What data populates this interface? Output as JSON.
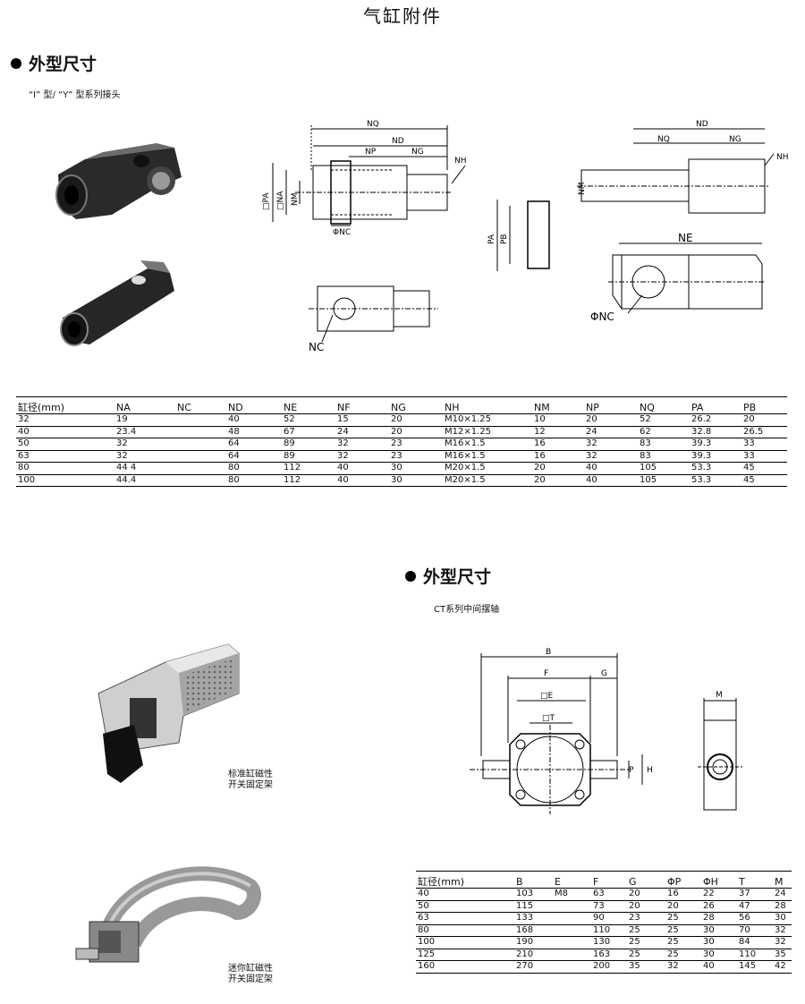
{
  "page_title": "气缸附件",
  "section1": {
    "heading": "外型尺寸",
    "subtitle": "“I” 型/ “Y” 型系列接头",
    "diagram_labels": [
      "NQ",
      "ND",
      "NP",
      "NG",
      "NH",
      "□PA",
      "□NA",
      "NM",
      "ΦNC",
      "NC",
      "PA",
      "PB",
      "NE"
    ],
    "table": {
      "headers": [
        "缸径(mm)",
        "NA",
        "NC",
        "ND",
        "NE",
        "NF",
        "NG",
        "NH",
        "NM",
        "NP",
        "NQ",
        "PA",
        "PB"
      ],
      "rows": [
        [
          "32",
          "19",
          "",
          "40",
          "52",
          "15",
          "20",
          "M10×1.25",
          "10",
          "20",
          "52",
          "26.2",
          "20"
        ],
        [
          "40",
          "23.4",
          "",
          "48",
          "67",
          "24",
          "20",
          "M12×1.25",
          "12",
          "24",
          "62",
          "32.8",
          "26.5"
        ],
        [
          "50",
          "32",
          "",
          "64",
          "89",
          "32",
          "23",
          "M16×1.5",
          "16",
          "32",
          "83",
          "39.3",
          "33"
        ],
        [
          "63",
          "32",
          "",
          "64",
          "89",
          "32",
          "23",
          "M16×1.5",
          "16",
          "32",
          "83",
          "39.3",
          "33"
        ],
        [
          "80",
          "44 4",
          "",
          "80",
          "112",
          "40",
          "30",
          "M20×1.5",
          "20",
          "40",
          "105",
          "53.3",
          "45"
        ],
        [
          "100",
          "44.4",
          "",
          "80",
          "112",
          "40",
          "30",
          "M20×1.5",
          "20",
          "40",
          "105",
          "53.3",
          "45"
        ]
      ]
    }
  },
  "section2": {
    "heading": "外型尺寸",
    "subtitle": "CT系列中间摆轴",
    "caption_bracket1": [
      "标准缸磁性",
      "开关固定架"
    ],
    "caption_bracket2": [
      "迷你缸磁性",
      "开关固定架"
    ],
    "diagram_labels": [
      "B",
      "F",
      "G",
      "□E",
      "□T",
      "P",
      "H",
      "M"
    ],
    "table": {
      "headers": [
        "缸径(mm)",
        "B",
        "E",
        "F",
        "G",
        "ΦP",
        "ΦH",
        "T",
        "M"
      ],
      "rows": [
        [
          "40",
          "103",
          "M8",
          "63",
          "20",
          "16",
          "22",
          "37",
          "24"
        ],
        [
          "50",
          "115",
          "",
          "73",
          "20",
          "20",
          "26",
          "47",
          "28"
        ],
        [
          "63",
          "133",
          "",
          "90",
          "23",
          "25",
          "28",
          "56",
          "30"
        ],
        [
          "80",
          "168",
          "",
          "110",
          "25",
          "25",
          "30",
          "70",
          "32"
        ],
        [
          "100",
          "190",
          "",
          "130",
          "25",
          "25",
          "30",
          "84",
          "32"
        ],
        [
          "125",
          "210",
          "",
          "163",
          "25",
          "25",
          "30",
          "110",
          "35"
        ],
        [
          "160",
          "270",
          "",
          "200",
          "35",
          "32",
          "40",
          "145",
          "42"
        ]
      ]
    }
  }
}
